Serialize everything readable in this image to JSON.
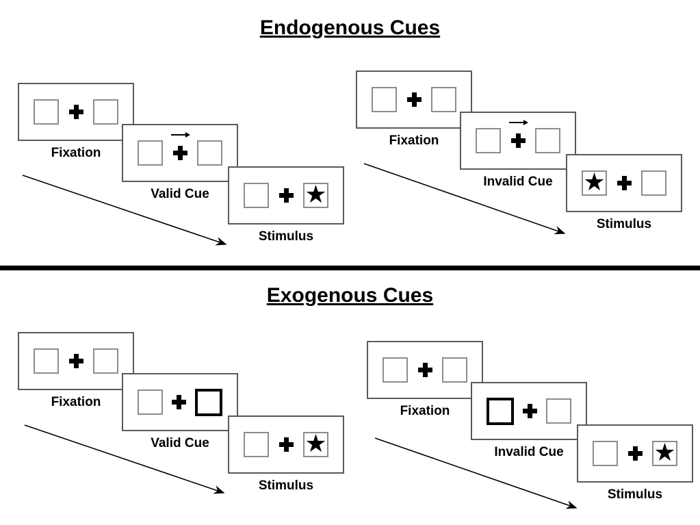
{
  "sections": [
    {
      "title": "Endogenous Cues",
      "sequences": [
        {
          "type": "valid",
          "panels": [
            {
              "label": "Fixation",
              "left": "empty",
              "right": "empty",
              "cue_arrow": false,
              "left_bold": false,
              "right_bold": false
            },
            {
              "label": "Valid Cue",
              "left": "empty",
              "right": "empty",
              "cue_arrow": true,
              "left_bold": false,
              "right_bold": false
            },
            {
              "label": "Stimulus",
              "left": "empty",
              "right": "star",
              "cue_arrow": false,
              "left_bold": false,
              "right_bold": false
            }
          ]
        },
        {
          "type": "invalid",
          "panels": [
            {
              "label": "Fixation",
              "left": "empty",
              "right": "empty",
              "cue_arrow": false,
              "left_bold": false,
              "right_bold": false
            },
            {
              "label": "Invalid Cue",
              "left": "empty",
              "right": "empty",
              "cue_arrow": true,
              "left_bold": false,
              "right_bold": false
            },
            {
              "label": "Stimulus",
              "left": "star",
              "right": "empty",
              "cue_arrow": false,
              "left_bold": false,
              "right_bold": false
            }
          ]
        }
      ]
    },
    {
      "title": "Exogenous Cues",
      "sequences": [
        {
          "type": "valid",
          "panels": [
            {
              "label": "Fixation",
              "left": "empty",
              "right": "empty",
              "cue_arrow": false,
              "left_bold": false,
              "right_bold": false
            },
            {
              "label": "Valid Cue",
              "left": "empty",
              "right": "empty",
              "cue_arrow": false,
              "left_bold": false,
              "right_bold": true
            },
            {
              "label": "Stimulus",
              "left": "empty",
              "right": "star",
              "cue_arrow": false,
              "left_bold": false,
              "right_bold": false
            }
          ]
        },
        {
          "type": "invalid",
          "panels": [
            {
              "label": "Fixation",
              "left": "empty",
              "right": "empty",
              "cue_arrow": false,
              "left_bold": false,
              "right_bold": false
            },
            {
              "label": "Invalid Cue",
              "left": "empty",
              "right": "empty",
              "cue_arrow": false,
              "left_bold": true,
              "right_bold": false
            },
            {
              "label": "Stimulus",
              "left": "empty",
              "right": "star",
              "cue_arrow": false,
              "left_bold": false,
              "right_bold": false
            }
          ]
        }
      ]
    }
  ],
  "icons": {
    "star": "★"
  },
  "colors": {
    "background": "#ffffff",
    "panel_border": "#595959",
    "square_border": "#8c8c8c",
    "emphasis_border": "#000000",
    "text": "#000000",
    "divider": "#000000"
  }
}
